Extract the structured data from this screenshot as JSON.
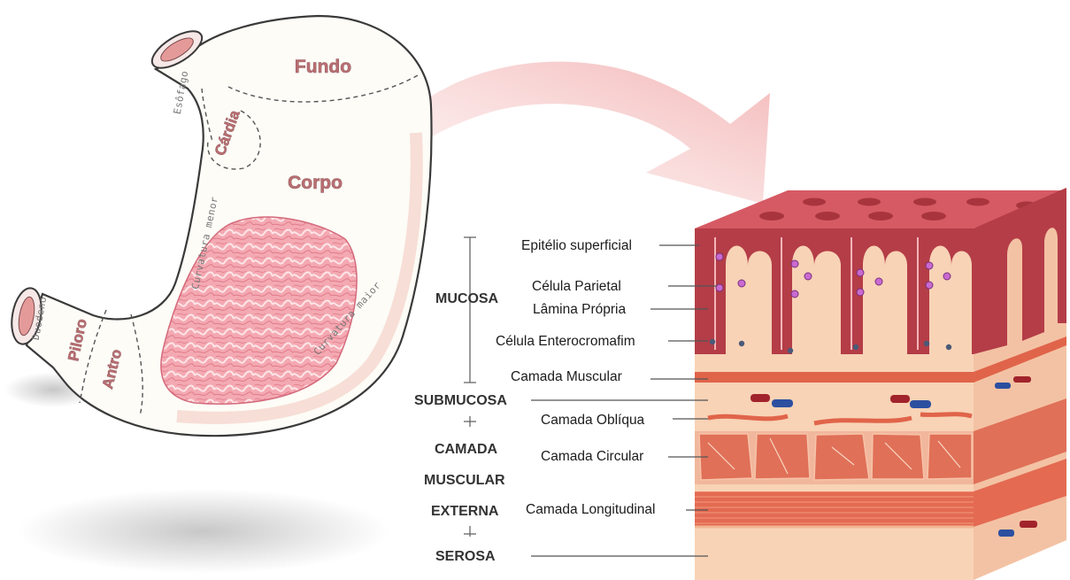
{
  "colors": {
    "stomach_outline": "#3a3a3a",
    "stomach_fill": "#fdfcf7",
    "mucosa_pink": "#f2a6ae",
    "organ_label": "#b86e72",
    "arrow": "#f6c3c3",
    "block_top": "#d8606a",
    "block_pink": "#f7ccb0",
    "block_red": "#b7404a",
    "muscle": "#e07a5f"
  },
  "stomach": {
    "regions": [
      "Fundo",
      "Cárdia",
      "Corpo",
      "Piloro",
      "Antro"
    ],
    "anatomy": [
      "Esôfago",
      "Duodeno",
      "Curvatura menor",
      "Curvatura maior"
    ]
  },
  "layers": {
    "sections": [
      "MUCOSA",
      "SUBMUCOSA",
      "CAMADA",
      "MUSCULAR",
      "EXTERNA",
      "SEROSA"
    ],
    "labels": [
      "Epitélio superficial",
      "Célula Parietal",
      "Lâmina Própria",
      "Célula Enterocromafim",
      "Camada Muscular",
      "Camada Oblíqua",
      "Camada Circular",
      "Camada Longitudinal"
    ]
  }
}
